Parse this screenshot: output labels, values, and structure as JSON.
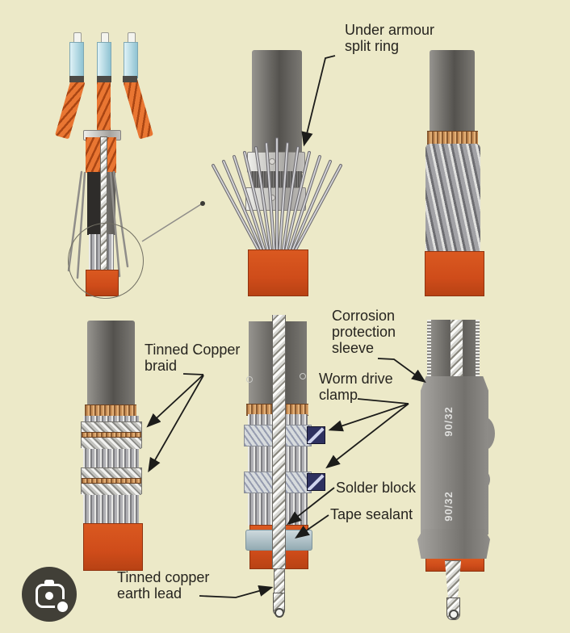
{
  "colors": {
    "background": "#ece9c8",
    "accent_orange": "#d14e1c",
    "label_ink": "#26241f",
    "clamp_screw_navy": "#2e3160",
    "tape_sealant_blue": "#b9cdd4",
    "lens_button_bg": "#413f37"
  },
  "labels": {
    "under_armour": {
      "line1": "Under armour",
      "line2": "split ring"
    },
    "tinned_copper_braid": {
      "line1": "Tinned Copper",
      "line2": "braid"
    },
    "corrosion_sleeve": {
      "line1": "Corrosion",
      "line2": "protection",
      "line3": "sleeve"
    },
    "worm_drive_clamp": {
      "line1": "Worm drive",
      "line2": "clamp"
    },
    "solder_block": {
      "text": "Solder block"
    },
    "tape_sealant": {
      "text": "Tape sealant"
    },
    "earth_lead": {
      "line1": "Tinned copper",
      "line2": "earth lead"
    },
    "sleeve_marking_top": "90/32",
    "sleeve_marking_bottom": "90/32"
  },
  "icons": {
    "lens_camera": "google-lens-camera-icon"
  }
}
